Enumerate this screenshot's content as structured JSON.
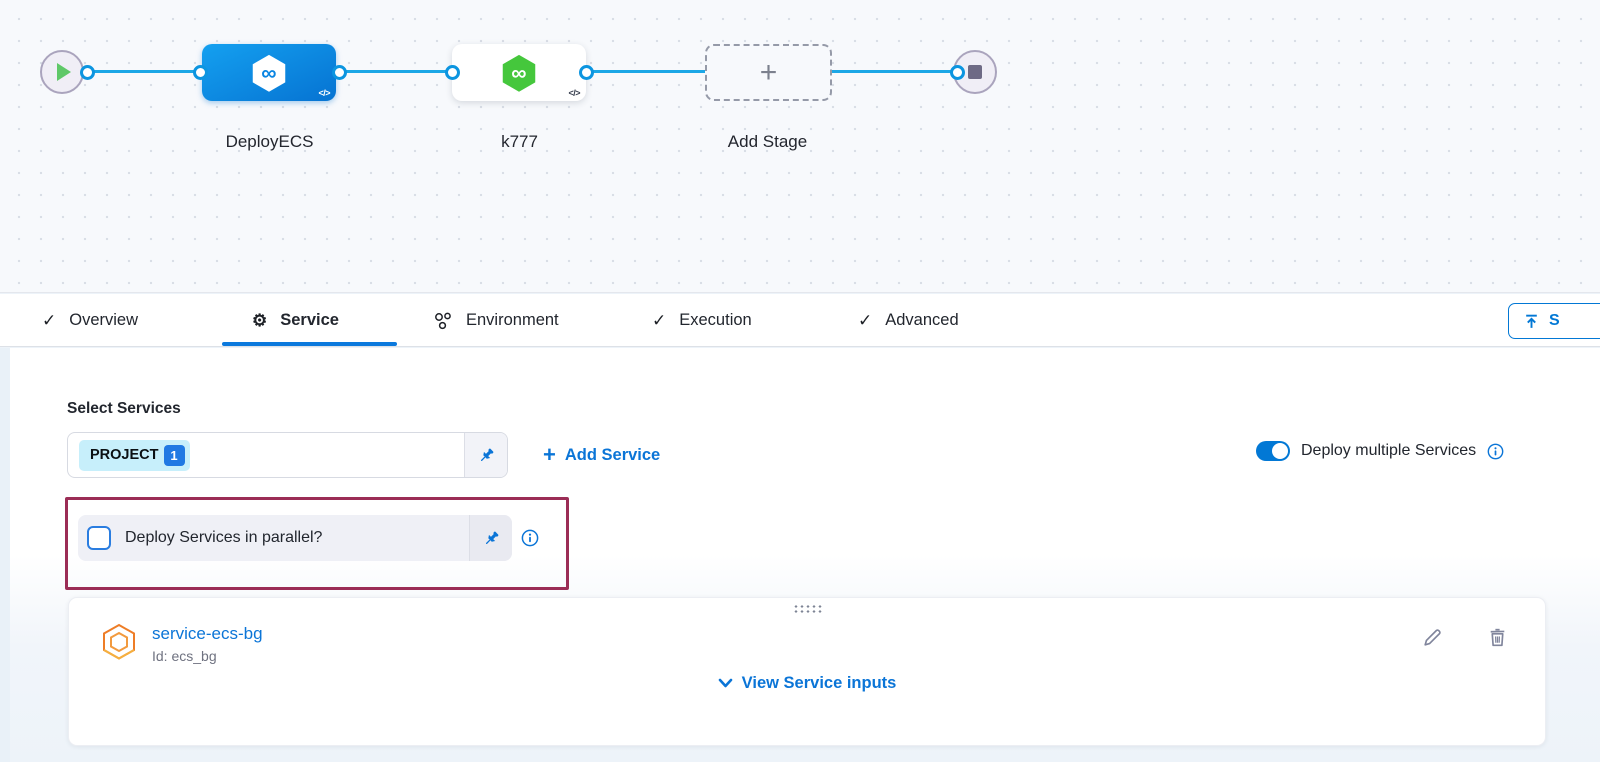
{
  "icons": {
    "check": "✓",
    "gear": "⚙",
    "plus": "+",
    "infinity": "∞",
    "add_plus": "+"
  },
  "pipeline": {
    "stages": [
      {
        "name": "DeployECS",
        "code_badge": "</>"
      },
      {
        "name": "k777",
        "code_badge": "</>"
      },
      {
        "name": "Add Stage"
      }
    ]
  },
  "tabs": {
    "items": [
      {
        "label": "Overview"
      },
      {
        "label": "Service"
      },
      {
        "label": "Environment"
      },
      {
        "label": "Execution"
      },
      {
        "label": "Advanced"
      }
    ],
    "save_button_visible_text": "S"
  },
  "service_tab": {
    "select_services_label": "Select Services",
    "selected_service_chip": {
      "label": "PROJECT",
      "count": "1"
    },
    "add_service_label": "Add Service",
    "deploy_multiple_toggle": {
      "label": "Deploy multiple Services",
      "state": "on"
    },
    "parallel_checkbox": {
      "label": "Deploy Services in parallel?",
      "checked": false
    },
    "service_card": {
      "name": "service-ecs-bg",
      "id_text": "Id: ecs_bg",
      "view_inputs_label": "View Service inputs"
    }
  },
  "colors": {
    "primary_blue": "#0278d5",
    "connector_blue": "#1ca7e6",
    "stage_blue": "#0a85e2",
    "stage_green": "#45c73c",
    "annotation_maroon": "#9b2d56",
    "chip_bg": "#c7effb"
  }
}
